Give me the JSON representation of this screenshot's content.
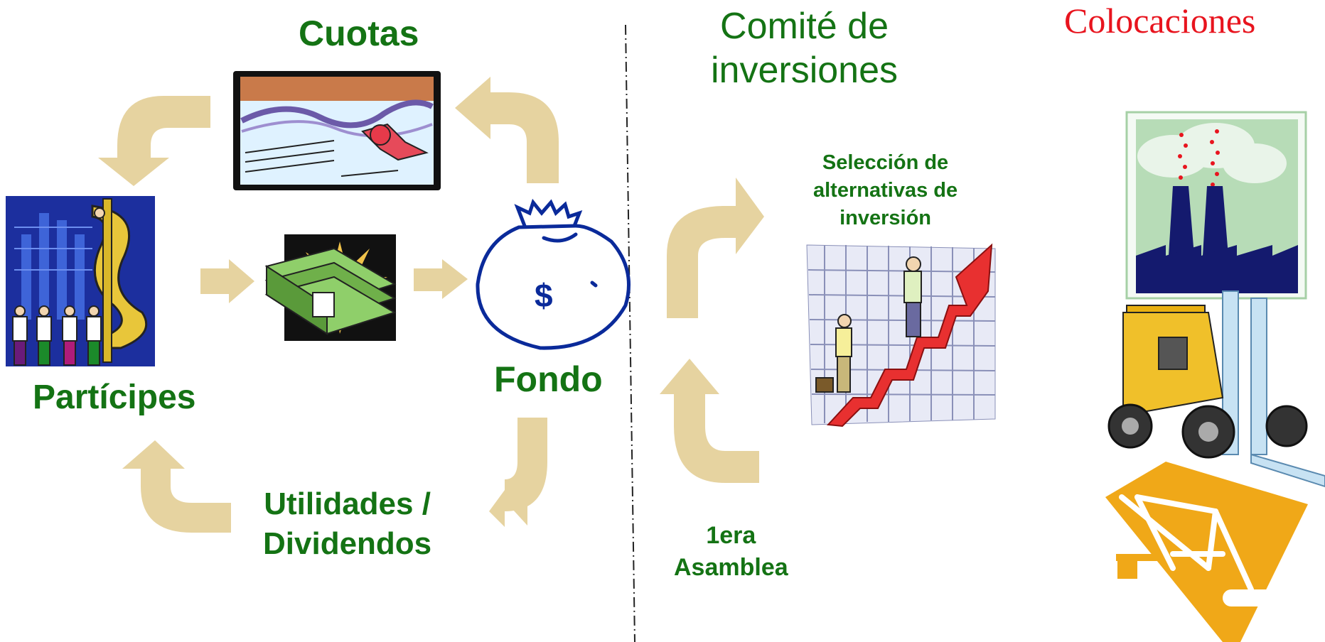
{
  "labels": {
    "cuotas": "Cuotas",
    "participes": "Partícipes",
    "fondo": "Fondo",
    "utilidades_line1": "Utilidades /",
    "utilidades_line2": "Dividendos",
    "comite_line1": "Comité de",
    "comite_line2": "inversiones",
    "colocaciones": "Colocaciones",
    "seleccion_line1": "Selección de",
    "seleccion_line2": "alternativas de",
    "seleccion_line3": "inversión",
    "asamblea_line1": "1era",
    "asamblea_line2": "Asamblea"
  },
  "money_bag_symbol": "$",
  "colors": {
    "label_green": "#147314",
    "colocaciones_red": "#e8141e",
    "arrow_tan": "#e6d3a0",
    "bag_blue": "#0a2a9a"
  },
  "icons": [
    "participants-dollar-icon",
    "certificate-icon",
    "cash-stack-icon",
    "money-bag-icon",
    "stair-climb-icon",
    "factory-icon",
    "forklift-icon",
    "crane-icon"
  ]
}
